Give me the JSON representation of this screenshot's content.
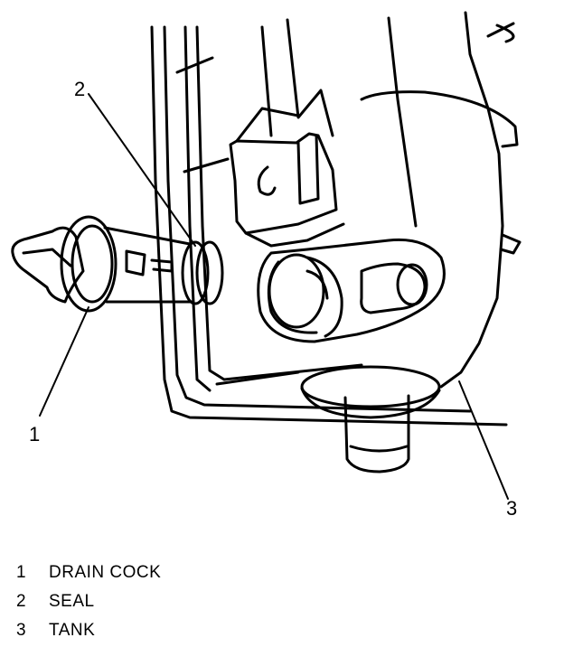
{
  "callouts": [
    {
      "number": "1"
    },
    {
      "number": "2"
    },
    {
      "number": "3"
    }
  ],
  "legend": [
    {
      "number": "1",
      "label": "DRAIN COCK"
    },
    {
      "number": "2",
      "label": "SEAL"
    },
    {
      "number": "3",
      "label": "TANK"
    }
  ],
  "colors": {
    "line": "#000000",
    "background": "#ffffff"
  }
}
